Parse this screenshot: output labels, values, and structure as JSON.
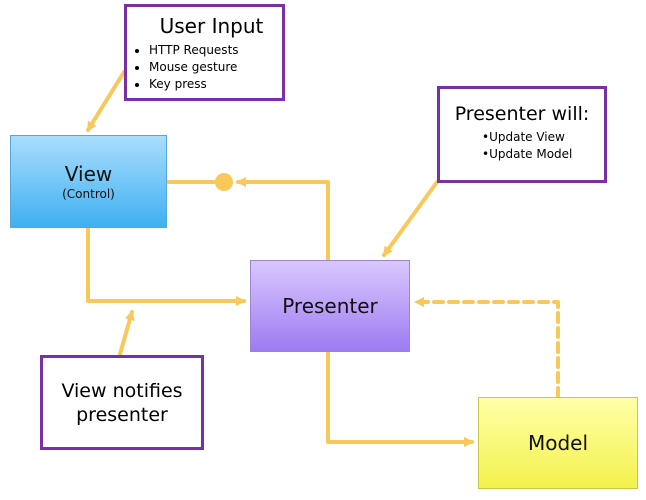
{
  "notes": {
    "user_input": {
      "title": "User Input",
      "items": [
        "HTTP Requests",
        "Mouse gesture",
        "Key press"
      ]
    },
    "presenter_will": {
      "title": "Presenter will:",
      "items": [
        "•Update View",
        "•Update Model"
      ]
    },
    "view_notifies": {
      "text": "View notifies presenter"
    }
  },
  "nodes": {
    "view": {
      "label": "View",
      "sublabel": "(Control)"
    },
    "presenter": {
      "label": "Presenter"
    },
    "model": {
      "label": "Model"
    }
  },
  "colors": {
    "arrow": "#f9c85a",
    "note_border": "#7a2fa5"
  }
}
